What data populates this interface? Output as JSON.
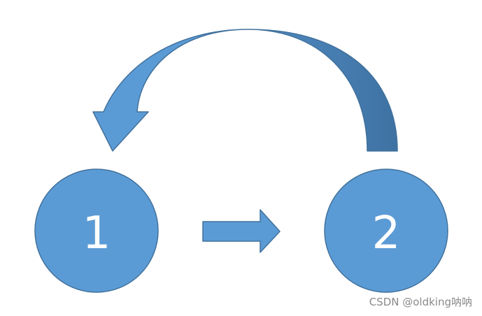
{
  "nodes": [
    {
      "id": "node-1",
      "label": "1"
    },
    {
      "id": "node-2",
      "label": "2"
    }
  ],
  "edges": [
    {
      "from": "1",
      "to": "2",
      "style": "block-arrow"
    },
    {
      "from": "2",
      "to": "1",
      "style": "curved-arrow"
    }
  ],
  "colors": {
    "node_fill": "#5b9bd5",
    "node_stroke": "#41719c",
    "arrow_fill": "#5b9bd5",
    "arrow_dark": "#41719c",
    "label": "#ffffff"
  },
  "watermark": "CSDN @oldking呐呐"
}
